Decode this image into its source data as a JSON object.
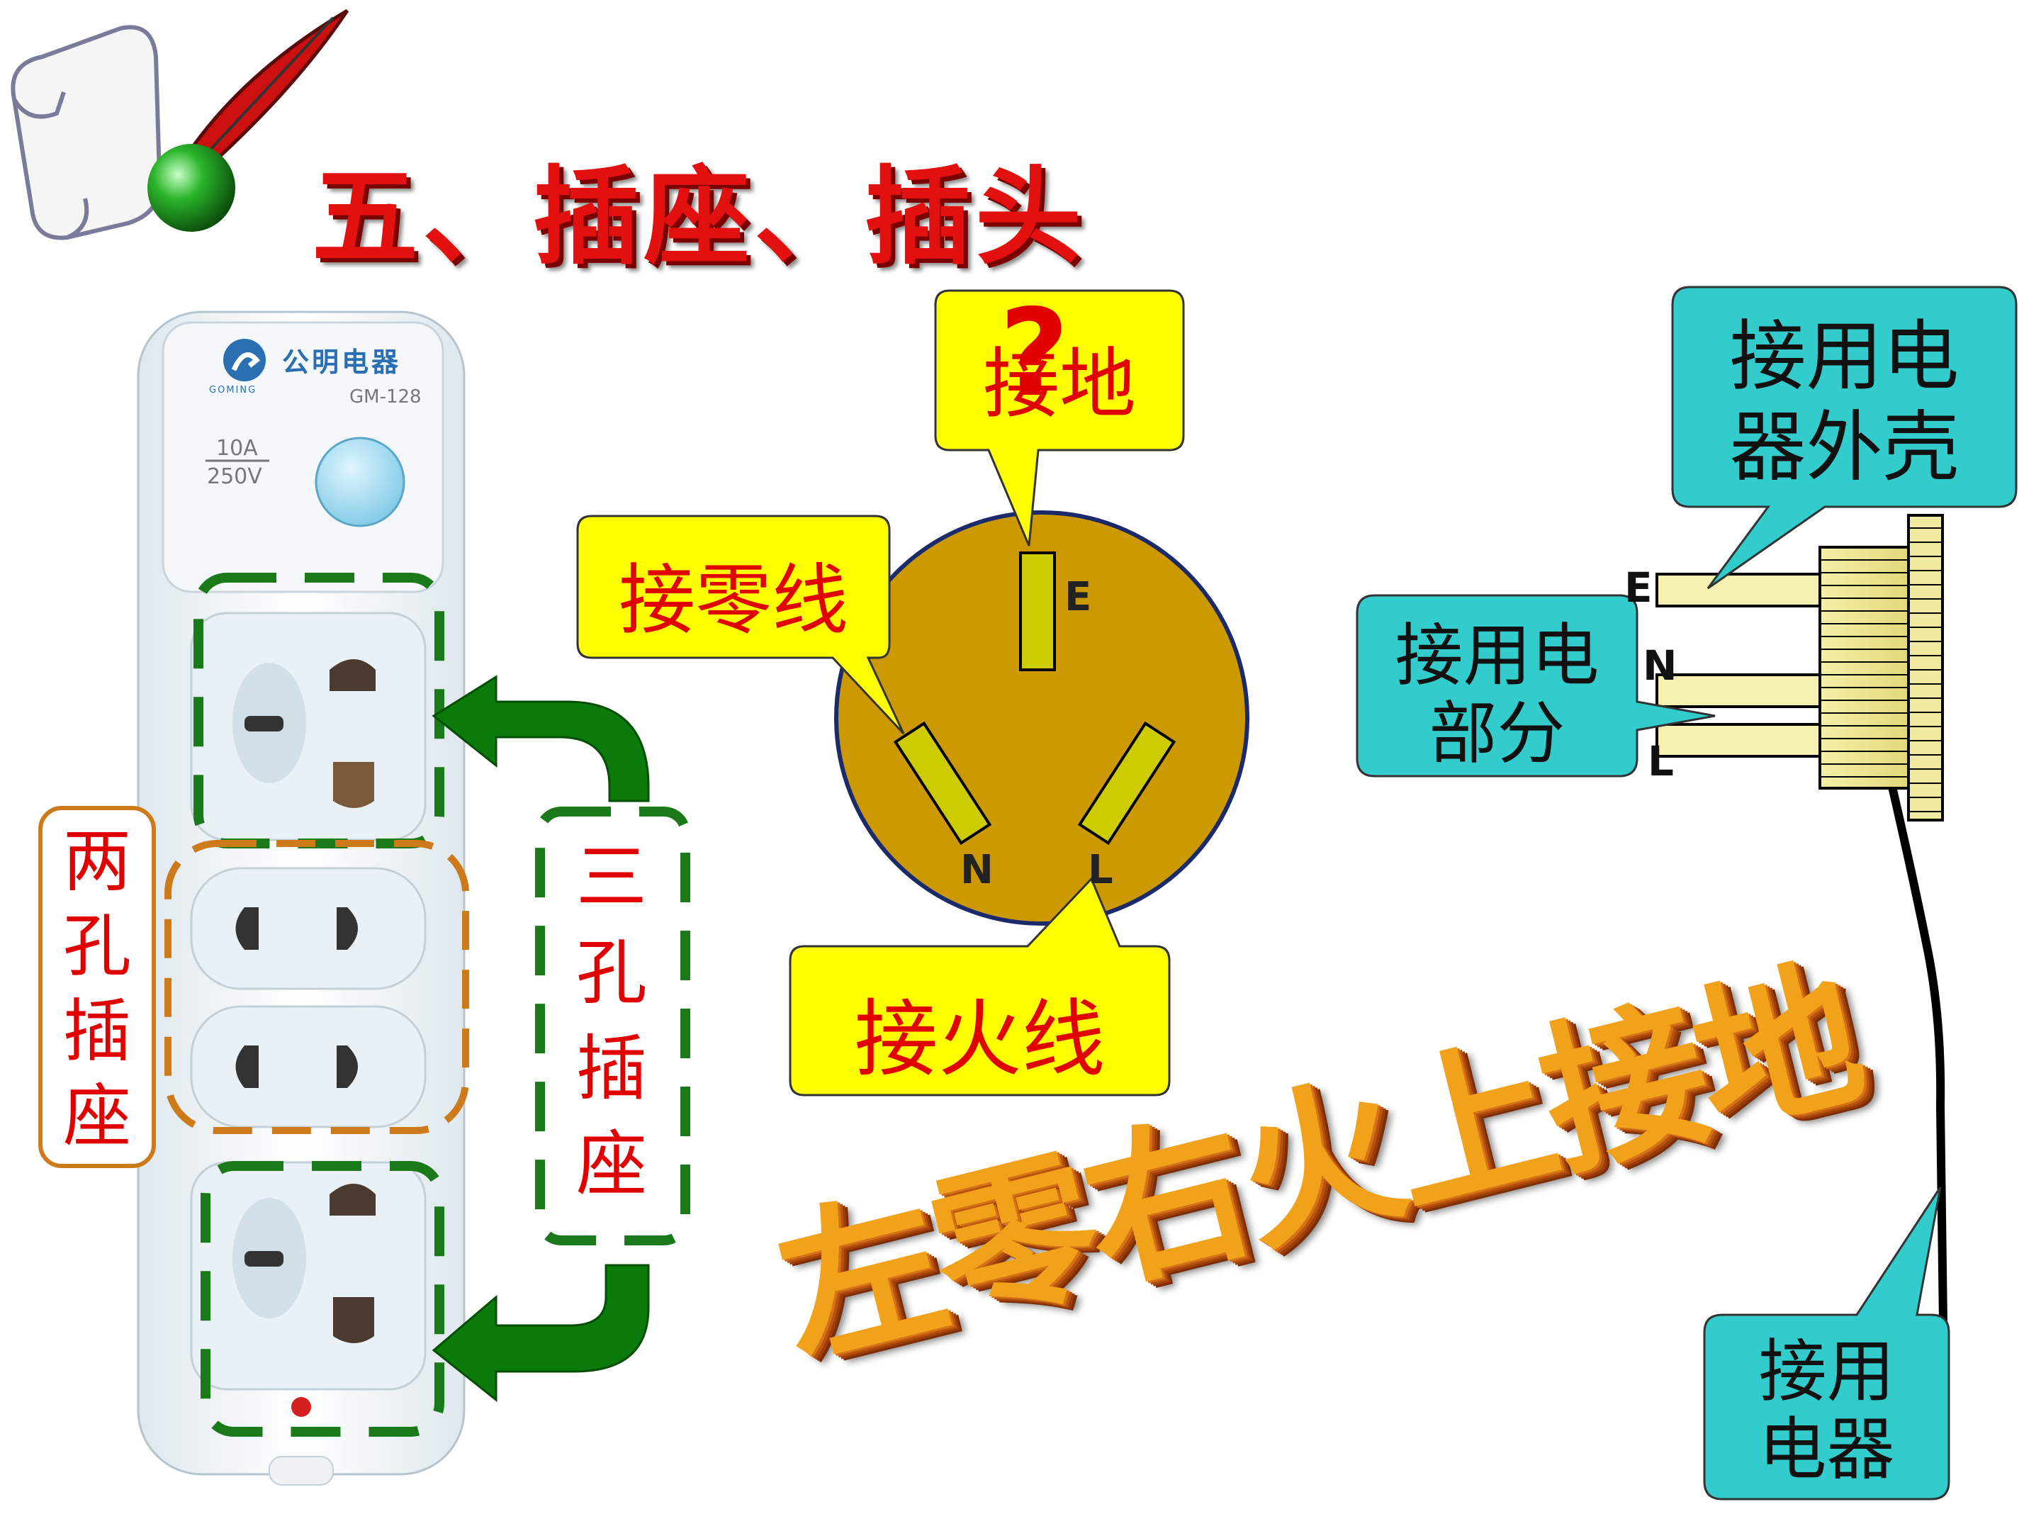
{
  "title": "五、插座、插头",
  "power_strip": {
    "brand": "公明电器",
    "brand_en": "GOMING",
    "model": "GM-128",
    "rating_current": "10A",
    "rating_voltage": "250V"
  },
  "labels": {
    "two_hole_socket": "两孔插座",
    "three_hole_socket": "三孔插座"
  },
  "socket_diagram": {
    "question_mark": "?",
    "ground": "接地",
    "neutral": "接零线",
    "live": "接火线",
    "pin_e": "E",
    "pin_n": "N",
    "pin_l": "L"
  },
  "plug_diagram": {
    "casing": "接用电器外壳",
    "casing_line1": "接用电",
    "casing_line2": "器外壳",
    "part_line1": "接用电",
    "part_line2": "部分",
    "appliance_line1": "接用",
    "appliance_line2": "电器",
    "pin_e": "E",
    "pin_n": "N",
    "pin_l": "L"
  },
  "slogan": "左零右火上接地",
  "colors": {
    "title_red": "#e31010",
    "callout_yellow": "#ffff00",
    "callout_teal": "#33cccc",
    "socket_face": "#cc9900",
    "pin_fill": "#cccc00",
    "green_dash": "#1a7a1a",
    "orange_dash": "#cc7a1a",
    "arrow_green": "#0a7a0a"
  }
}
